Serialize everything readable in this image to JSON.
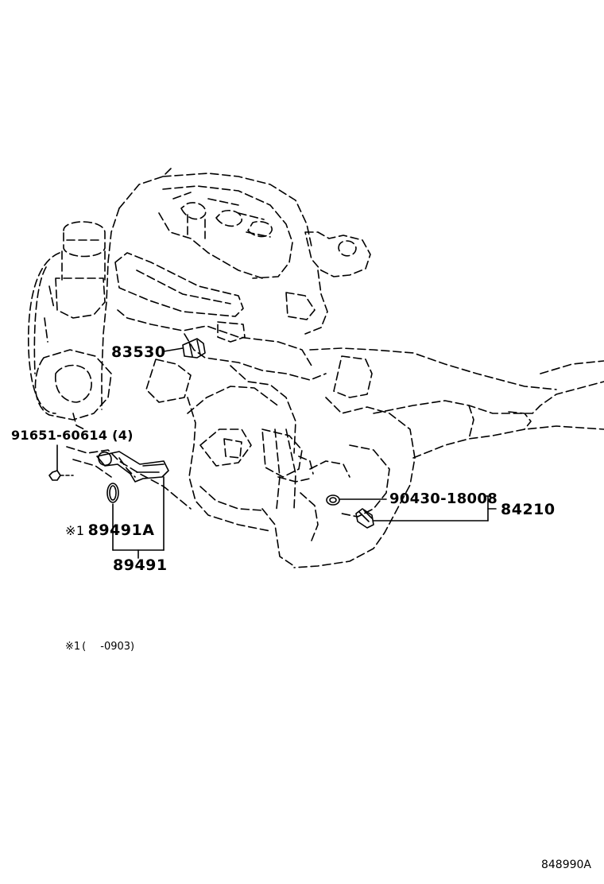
{
  "callouts": {
    "p83530": "83530",
    "p91651": "91651-60614 (4)",
    "p89491A": "89491A",
    "p89491A_mark": "※1",
    "p89491": "89491",
    "p90430": "90430-18008",
    "p84210": "84210"
  },
  "footnote": {
    "mark": "※1",
    "paren_open": "(",
    "range": "-0903)"
  },
  "illustration_code": "848990A",
  "colors": {
    "line": "#000000",
    "background": "#ffffff"
  }
}
